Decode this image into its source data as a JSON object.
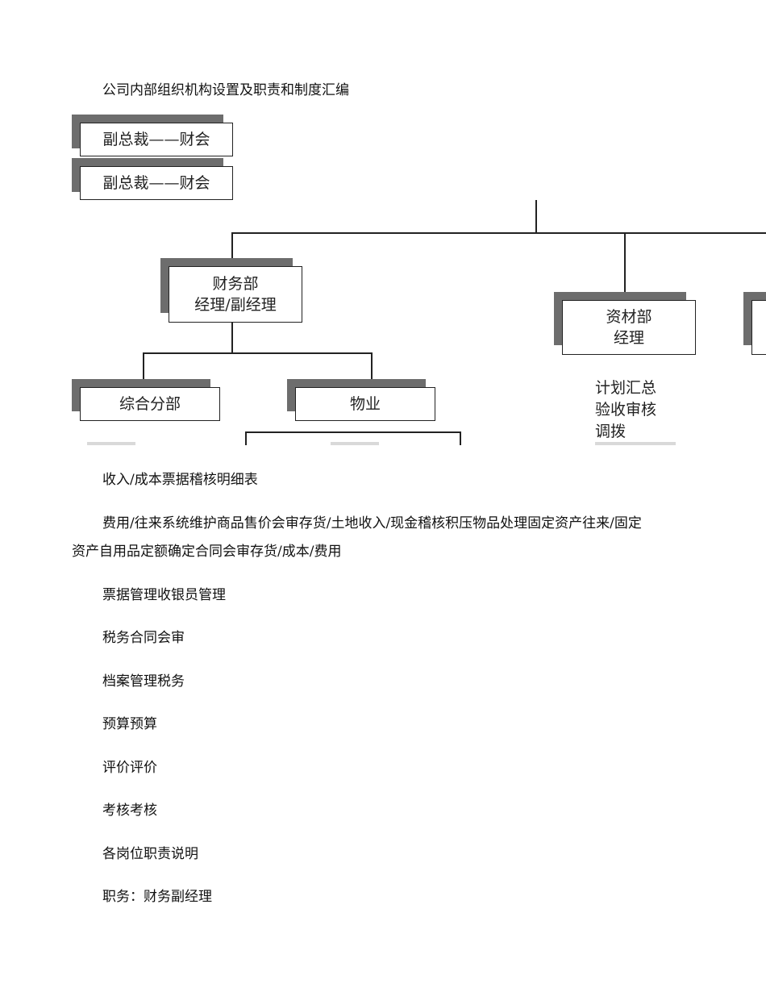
{
  "heading": "公司内部组织机构设置及职责和制度汇编",
  "org_chart": {
    "top_boxes": [
      "副总裁——财会",
      "副总裁——财会"
    ],
    "finance_dept": {
      "line1": "财务部",
      "line2": "经理/副经理"
    },
    "materials_dept": {
      "line1": "资材部",
      "line2": "经理"
    },
    "sub_units": [
      "综合分部",
      "物业"
    ],
    "materials_duties": [
      "计划汇总",
      "验收审核",
      "调拨"
    ]
  },
  "paragraphs": {
    "p1": "收入/成本票据稽核明细表",
    "p2_line1": "费用/往来系统维护商品售价会审存货/土地收入/现金稽核积压物品处理固定资产往来/固定",
    "p2_line2": "资产自用品定额确定合同会审存货/成本/费用",
    "p3": "票据管理收银员管理",
    "p4": "税务合同会审",
    "p5": "档案管理税务",
    "p6": "预算预算",
    "p7": "评价评价",
    "p8": "考核考核",
    "p9": "各岗位职责说明",
    "p10": "职务：财务副经理"
  }
}
